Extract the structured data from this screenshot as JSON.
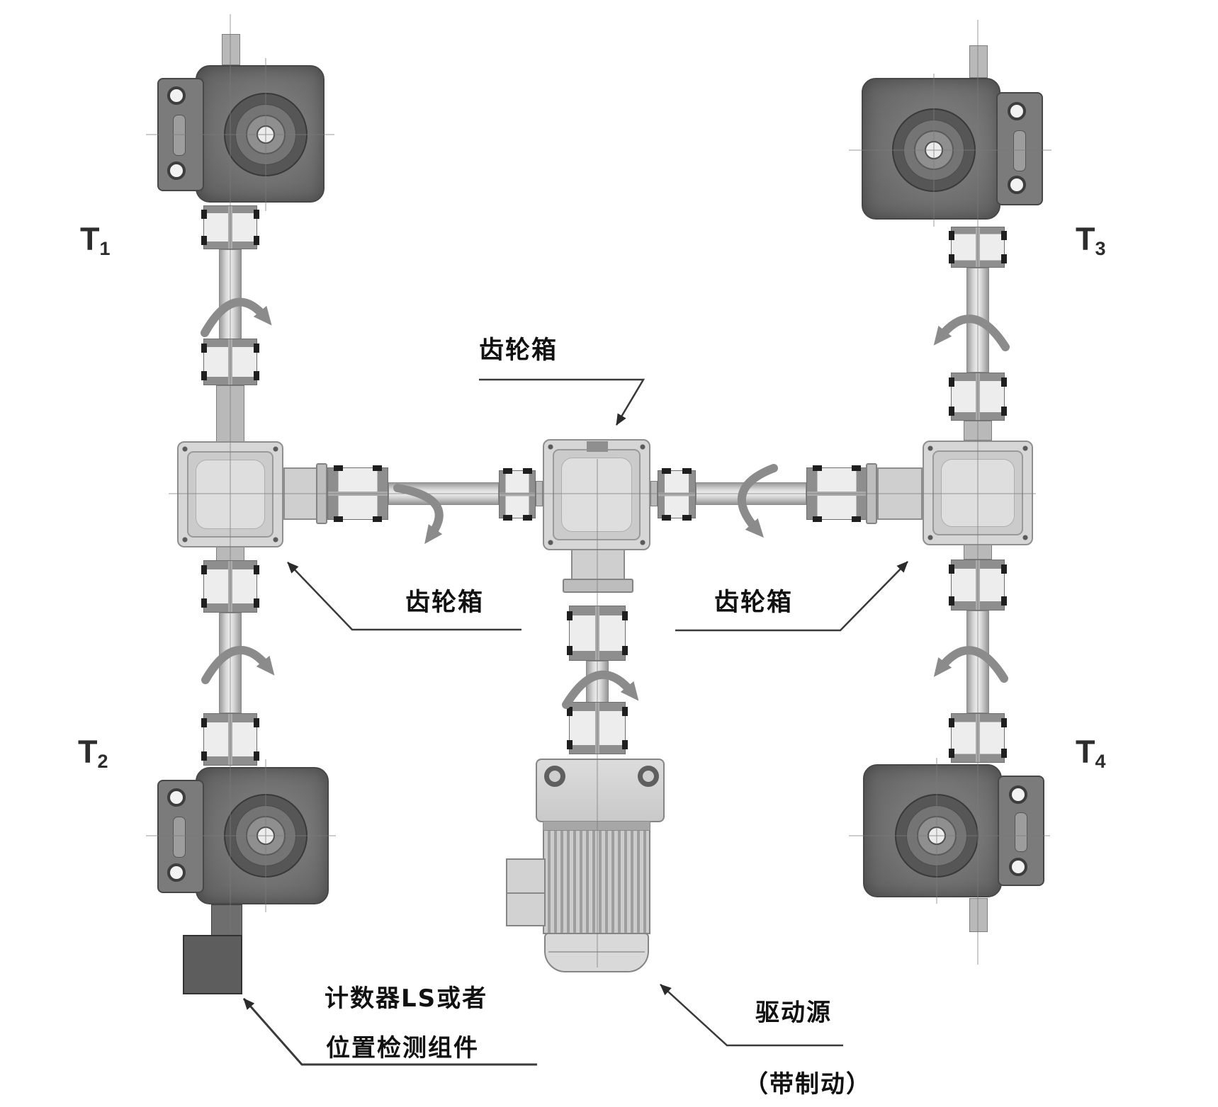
{
  "diagram": {
    "unit_labels": [
      {
        "base": "T",
        "sub": "1"
      },
      {
        "base": "T",
        "sub": "2"
      },
      {
        "base": "T",
        "sub": "3"
      },
      {
        "base": "T",
        "sub": "4"
      }
    ],
    "callouts": {
      "gearbox_top": "齿轮箱",
      "gearbox_left": "齿轮箱",
      "gearbox_right": "齿轮箱",
      "counter_line1": "计数器LS或者",
      "counter_line2": "位置检测组件",
      "drive_source_line1": "驱动源",
      "drive_source_line2": "（带制动）"
    },
    "colors": {
      "background": "#ffffff",
      "jack_unit_body": "#6d6d6d",
      "gearbox_body": "#d6d6d6",
      "rotation_arrow": "#8b8b8b",
      "leader_line": "#3a3a3a",
      "sensor_box": "#5d5d5d",
      "text": "#111111"
    }
  }
}
